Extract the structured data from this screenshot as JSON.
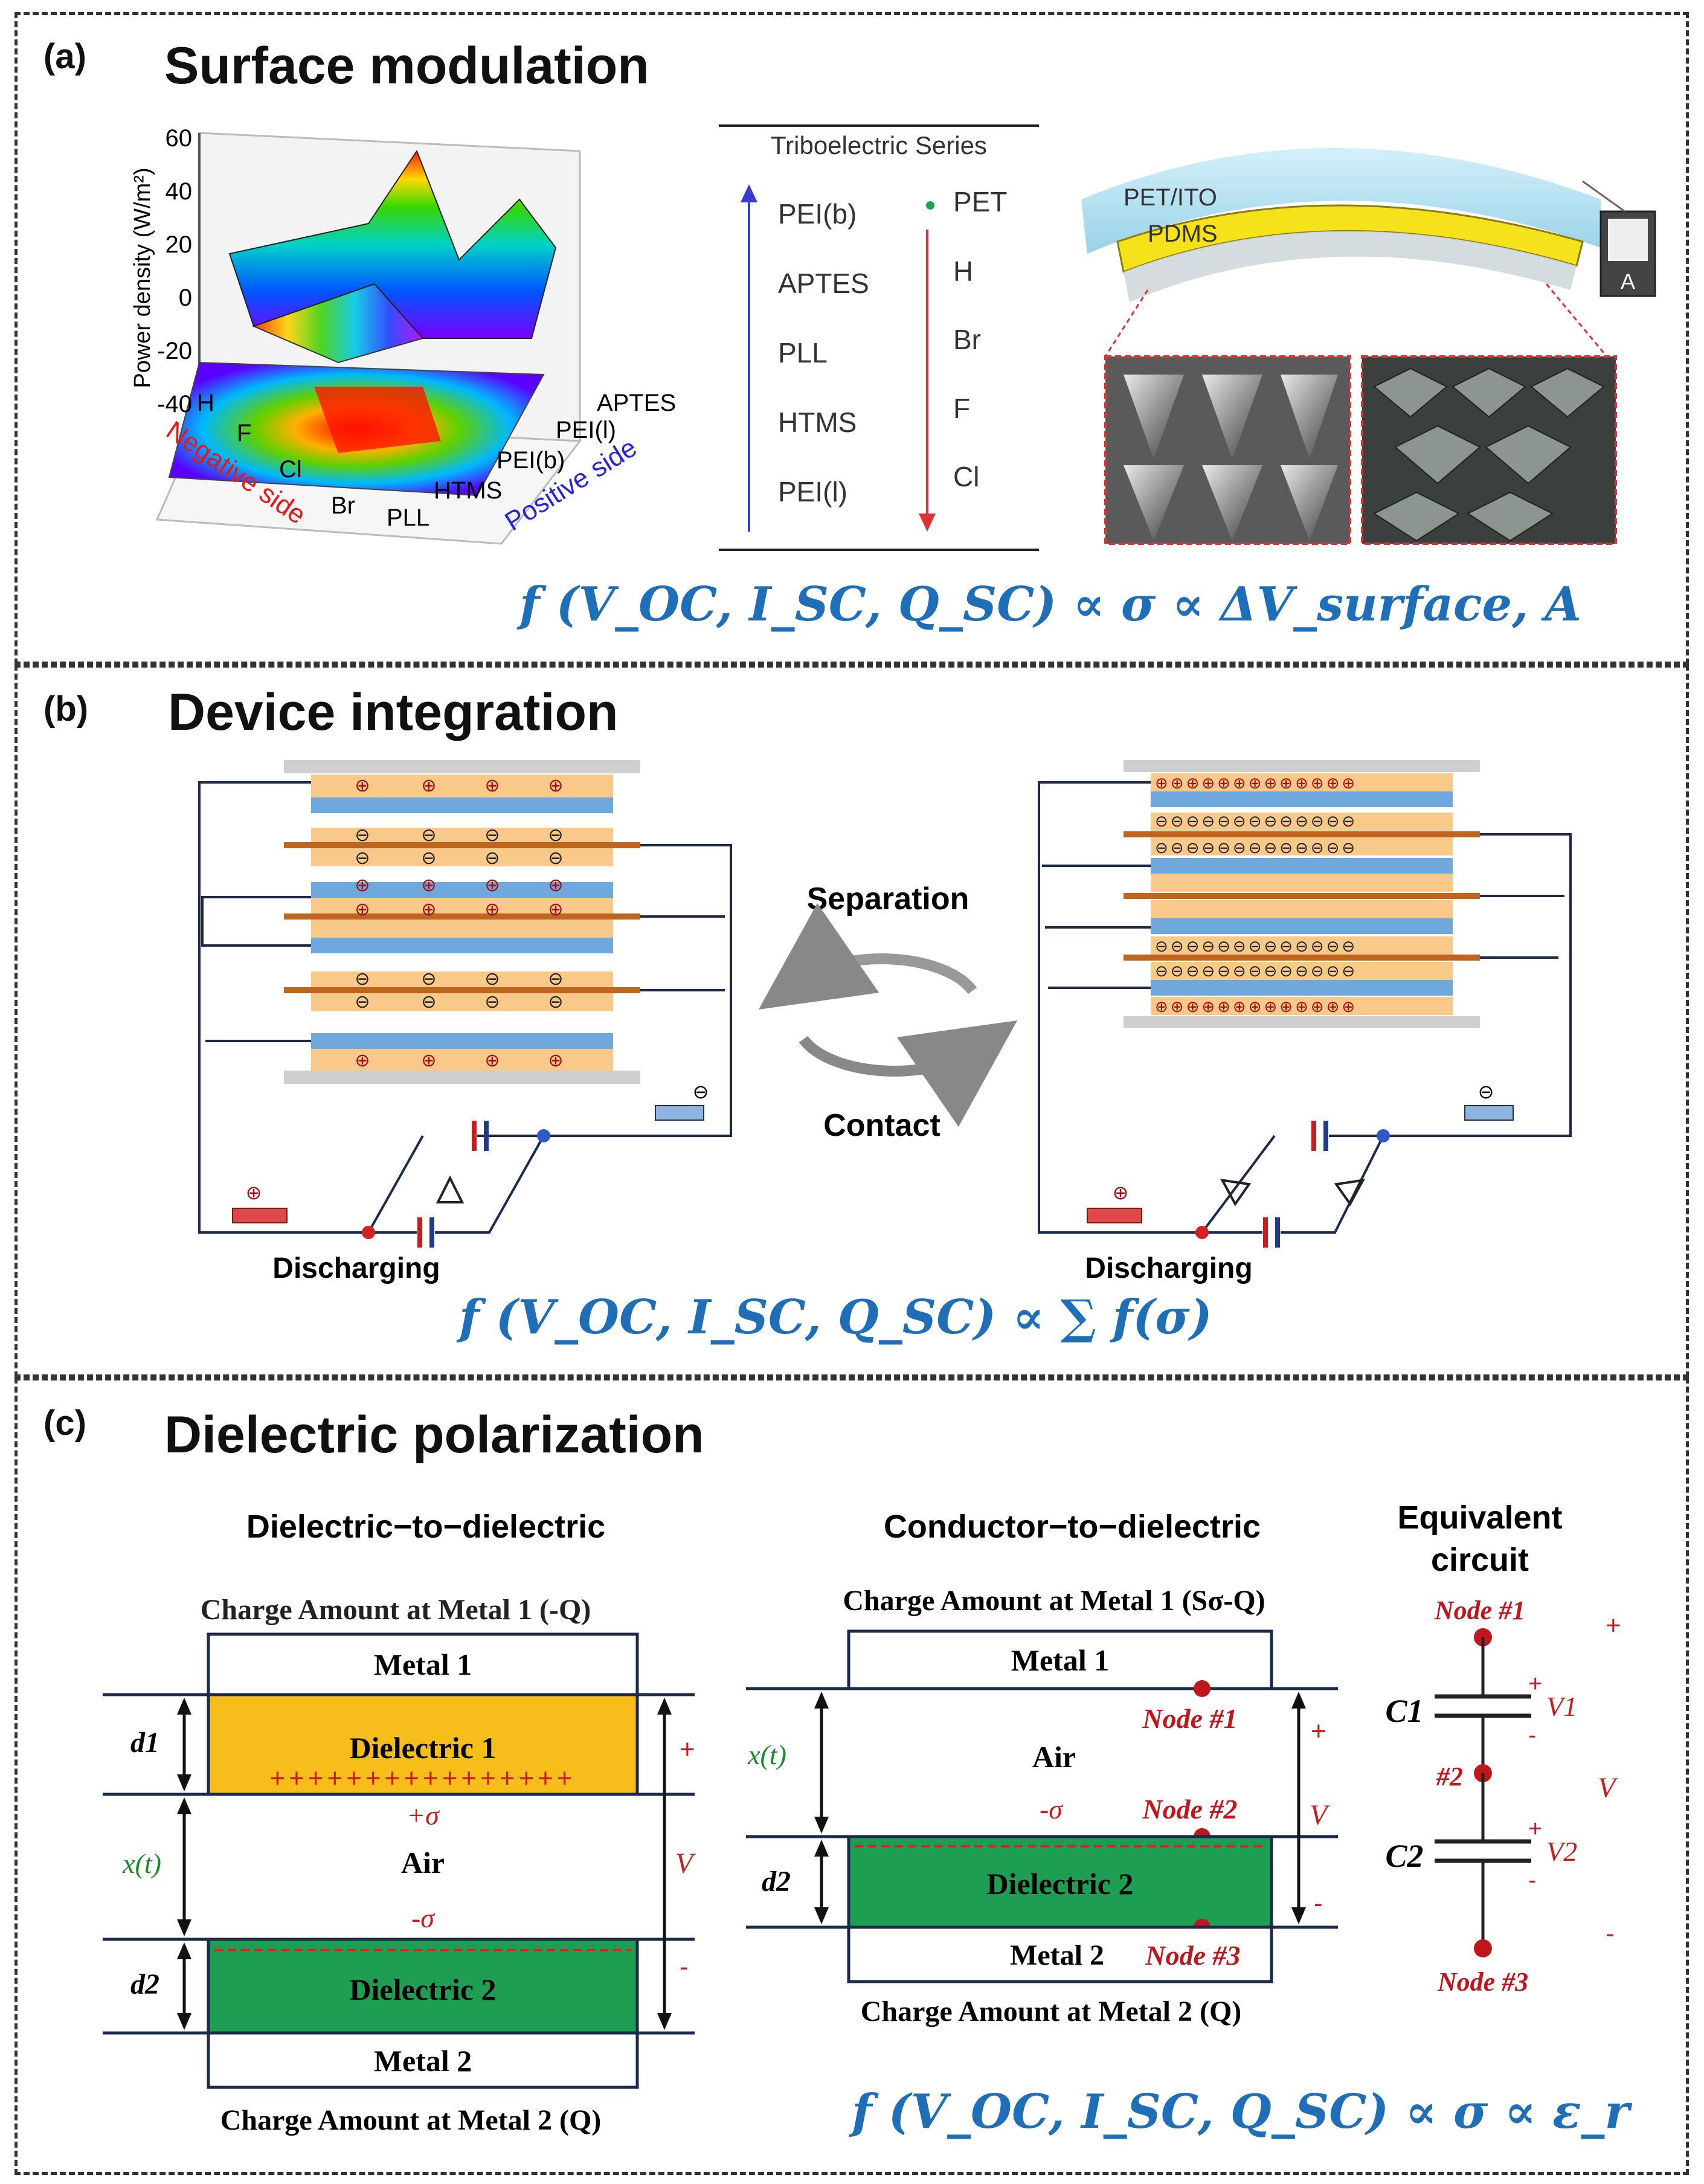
{
  "panel_a": {
    "label": "(a)",
    "title": "Surface modulation",
    "plot": {
      "z_label": "Power density (W/m²)",
      "z_ticks": [
        "60",
        "40",
        "20",
        "0",
        "-20",
        "-40"
      ],
      "negative_ticks": [
        "H",
        "F",
        "Cl",
        "Br"
      ],
      "positive_ticks": [
        "PLL",
        "HTMS",
        "PEI(b)",
        "PEI(l)",
        "APTES"
      ],
      "negative_axis": "Negative side",
      "positive_axis": "Positive side"
    },
    "series": {
      "title": "Triboelectric Series",
      "positive": [
        "PEI(b)",
        "APTES",
        "PLL",
        "HTMS",
        "PEI(l)"
      ],
      "negative": [
        "PET",
        "H",
        "Br",
        "F",
        "Cl"
      ]
    },
    "device": {
      "layer1": "PET/ITO",
      "layer2": "PDMS",
      "meter": "A"
    },
    "equation": "f (V_OC, I_SC, Q_SC) ∝ σ ∝ ΔV_surface, A"
  },
  "panel_b": {
    "label": "(b)",
    "title": "Device integration",
    "separation": "Separation",
    "contact": "Contact",
    "left_caption": "Discharging",
    "right_caption": "Discharging",
    "equation": "f (V_OC, I_SC, Q_SC) ∝ ∑ f(σ)"
  },
  "panel_c": {
    "label": "(c)",
    "title": "Dielectric polarization",
    "d2d": {
      "heading": "Dielectric−to−dielectric",
      "top_charge": "Charge Amount at Metal 1 (-Q)",
      "metal1": "Metal 1",
      "d1": "d1",
      "dielectric1": "Dielectric 1",
      "pos_sigma": "+σ",
      "xt": "x(t)",
      "air": "Air",
      "neg_sigma": "-σ",
      "d2": "d2",
      "dielectric2": "Dielectric 2",
      "metal2": "Metal 2",
      "bottom_charge": "Charge Amount at Metal 2 (Q)",
      "plus": "+",
      "v": "V",
      "minus": "-"
    },
    "c2d": {
      "heading": "Conductor−to−dielectric",
      "top_charge": "Charge Amount at Metal 1 (Sσ-Q)",
      "metal1": "Metal 1",
      "node1": "Node #1",
      "xt": "x(t)",
      "air": "Air",
      "neg_sigma": "-σ",
      "node2": "Node #2",
      "d2": "d2",
      "dielectric2": "Dielectric 2",
      "metal2": "Metal 2",
      "node3": "Node #3",
      "bottom_charge": "Charge Amount at Metal 2 (Q)",
      "plus": "+",
      "v": "V",
      "minus": "-"
    },
    "circuit": {
      "heading1": "Equivalent",
      "heading2": "circuit",
      "node1": "Node #1",
      "c1": "C1",
      "v1": "V1",
      "node2": "#2",
      "c2": "C2",
      "v2": "V2",
      "node3": "Node #3",
      "v": "V",
      "plus": "+",
      "minus": "-"
    },
    "equation": "f (V_OC, I_SC, Q_SC) ∝ σ ∝ ε_r"
  },
  "colors": {
    "equation_blue": "#1f6fb8",
    "dielectric_orange": "#f7bd1a",
    "dielectric_green": "#1e9e52",
    "node_red": "#c0161d",
    "electrode_blue": "#6fa8dc",
    "electrode_orange": "#f9c98a",
    "copper": "#c0651f"
  }
}
